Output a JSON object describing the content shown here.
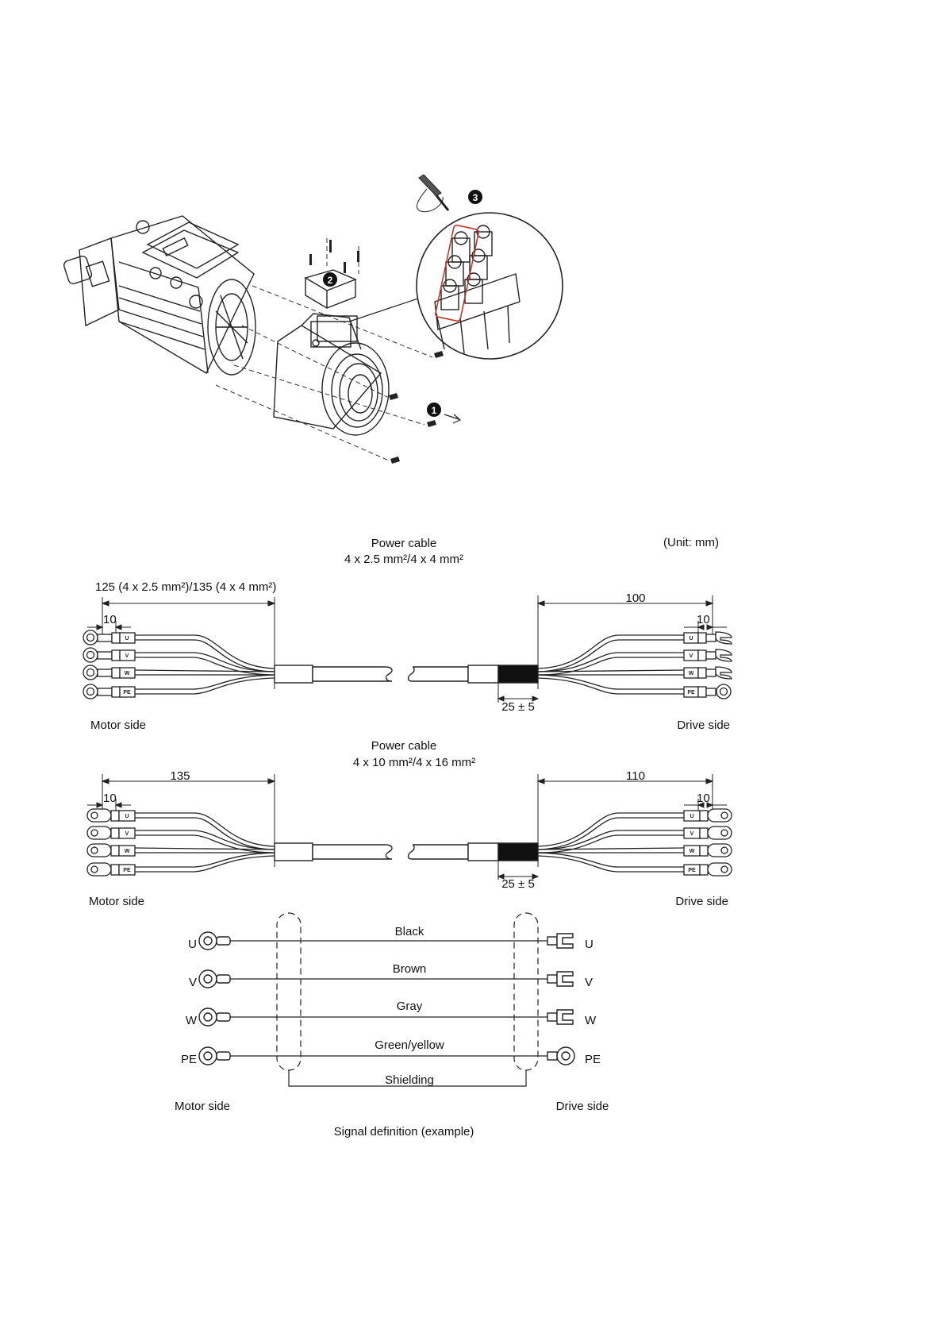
{
  "figure1": {
    "callouts": [
      "1",
      "2",
      "3"
    ]
  },
  "cable_a": {
    "title": "Power cable",
    "spec": "4 x 2.5 mm²/4 x 4 mm²",
    "unit": "(Unit: mm)",
    "motor_strip": "125 (4 x 2.5 mm²)/135 (4 x 4 mm²)",
    "motor_tip": "10",
    "drive_strip": "100",
    "drive_tip": "10",
    "shrink": "25 ± 5",
    "motor_side": "Motor side",
    "drive_side": "Drive side",
    "core_marks": [
      "U",
      "V",
      "W",
      "PE"
    ]
  },
  "cable_b": {
    "title": "Power cable",
    "spec": "4 x 10 mm²/4 x 16 mm²",
    "motor_strip": "135",
    "motor_tip": "10",
    "drive_strip": "110",
    "drive_tip": "10",
    "shrink": "25 ± 5",
    "motor_side": "Motor side",
    "drive_side": "Drive side",
    "core_marks": [
      "U",
      "V",
      "W",
      "PE"
    ]
  },
  "signal": {
    "rows": [
      {
        "left": "U",
        "color": "Black",
        "right": "U"
      },
      {
        "left": "V",
        "color": "Brown",
        "right": "V"
      },
      {
        "left": "W",
        "color": "Gray",
        "right": "W"
      },
      {
        "left": "PE",
        "color": "Green/yellow",
        "right": "PE"
      }
    ],
    "shielding": "Shielding",
    "motor_side": "Motor side",
    "drive_side": "Drive side",
    "caption": "Signal definition (example)"
  }
}
